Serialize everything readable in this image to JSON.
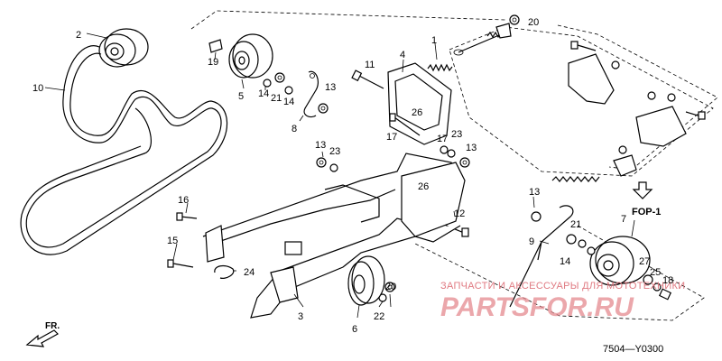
{
  "diagram": {
    "part_code": "7504—Y0300",
    "fop_label": "FOP-1",
    "front_label": "FR.",
    "watermark": {
      "line1": "ЗАПЧАСТИ И АКСЕССУАРЫ ДЛЯ МОТОТЕХНИКИ",
      "line2": "PARTSFOR.RU"
    },
    "callouts": {
      "c1": "1",
      "c2": "2",
      "c3": "3",
      "c4": "4",
      "c5": "5",
      "c6": "6",
      "c7": "7",
      "c8": "8",
      "c9": "9",
      "c10": "10",
      "c11": "11",
      "c12": "12",
      "c13a": "13",
      "c13b": "13",
      "c13c": "13",
      "c13d": "13",
      "c14a": "14",
      "c14b": "14",
      "c14c": "14",
      "c15": "15",
      "c16": "16",
      "c17a": "17",
      "c17b": "17",
      "c18": "18",
      "c19": "19",
      "c20a": "20",
      "c20b": "20",
      "c21a": "21",
      "c21b": "21",
      "c22": "22",
      "c23a": "23",
      "c23b": "23",
      "c24": "24",
      "c25": "25",
      "c26a": "26",
      "c26b": "26",
      "c27": "27"
    }
  }
}
